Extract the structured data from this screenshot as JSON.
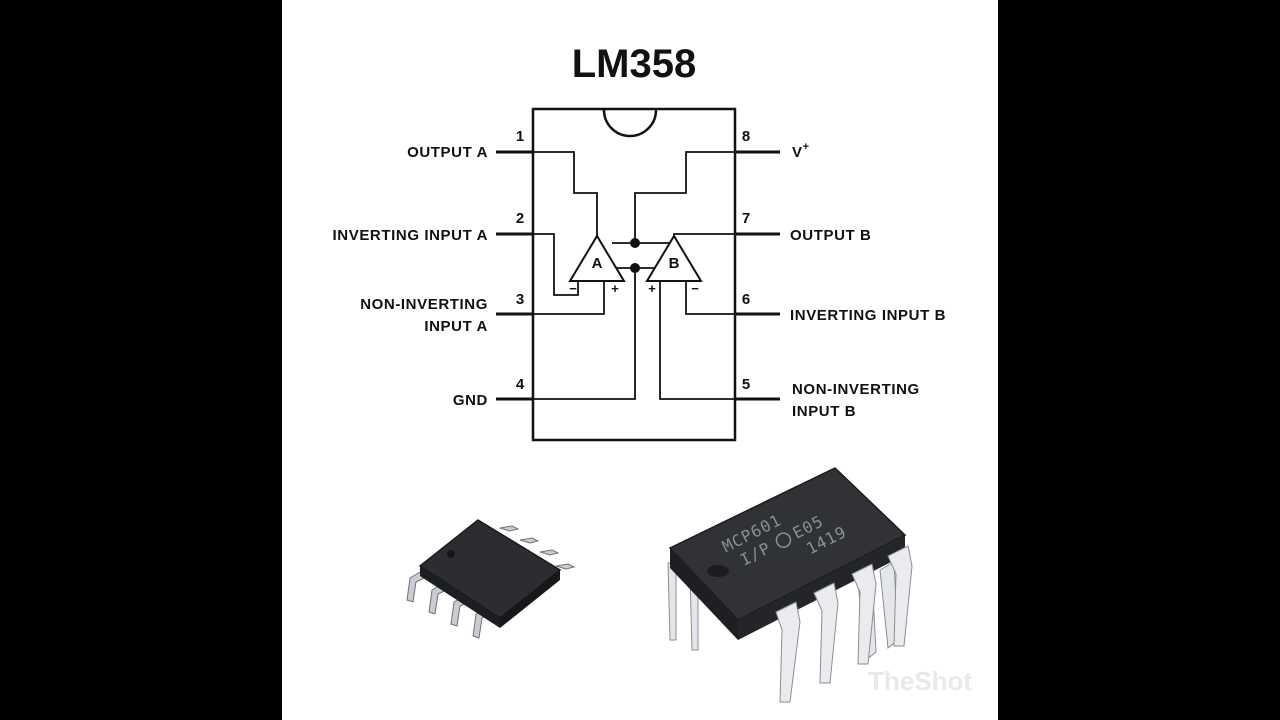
{
  "title": "LM358",
  "pins": {
    "p1": {
      "number": "1",
      "label": "OUTPUT A"
    },
    "p2": {
      "number": "2",
      "label": "INVERTING INPUT A"
    },
    "p3": {
      "number": "3",
      "label_line1": "NON-INVERTING",
      "label_line2": "INPUT A"
    },
    "p4": {
      "number": "4",
      "label": "GND"
    },
    "p5": {
      "number": "5",
      "label_line1": "NON-INVERTING",
      "label_line2": "INPUT B"
    },
    "p6": {
      "number": "6",
      "label": "INVERTING INPUT B"
    },
    "p7": {
      "number": "7",
      "label": "OUTPUT B"
    },
    "p8": {
      "number": "8",
      "label": "V",
      "label_sup": "+"
    }
  },
  "amplifiers": {
    "a": {
      "label": "A",
      "minus": "−",
      "plus": "+"
    },
    "b": {
      "label": "B",
      "minus": "−",
      "plus": "+"
    }
  },
  "chips": {
    "dip_marking": {
      "line1": "MCP601",
      "line2": "I/P",
      "line3": "E05",
      "line4": "1419"
    }
  },
  "watermark": "TheShot",
  "colors": {
    "background": "#000000",
    "panel": "#ffffff",
    "ink": "#111111",
    "chip_body": "#2b2d30",
    "pin_metal": "#c9ccd0"
  }
}
